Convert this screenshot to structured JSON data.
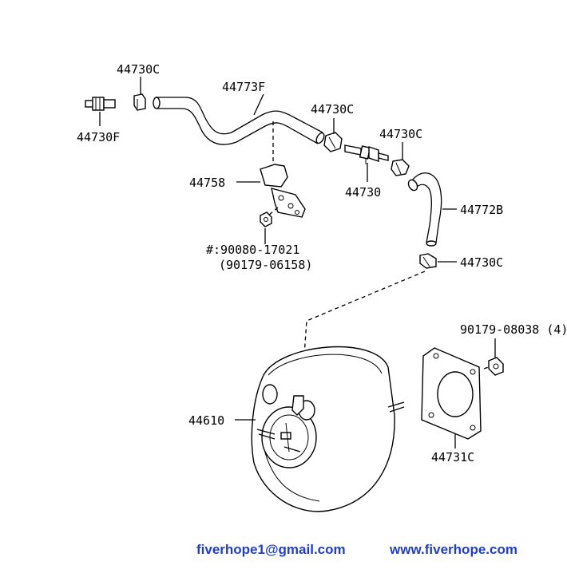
{
  "labels": {
    "l44730c_a": "44730C",
    "l44730f": "44730F",
    "l44773f": "44773F",
    "l44730c_b": "44730C",
    "l44730c_c": "44730C",
    "l44758": "44758",
    "l44730": "44730",
    "l44772b": "44772B",
    "l90080": "#:90080-17021",
    "l90179a": "(90179-06158)",
    "l44730c_d": "44730C",
    "l90179b": "90179-08038 (4)",
    "l44610": "44610",
    "l44731c": "44731C"
  },
  "footer": {
    "email": "fiverhope1@gmail.com",
    "website": "www.fiverhope.com"
  },
  "colors": {
    "footer_text": "#1f3fc8",
    "line": "#000000"
  }
}
